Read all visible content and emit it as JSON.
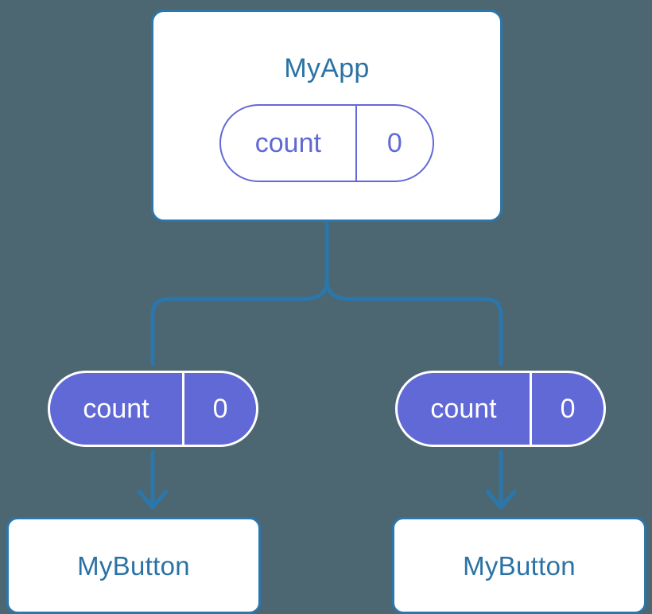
{
  "diagram": {
    "type": "component-state-tree",
    "background_color": "#4c6771",
    "accent_blue": "#2b76ab",
    "accent_purple": "#6169d6",
    "root": {
      "title": "MyApp",
      "state": {
        "key": "count",
        "value": "0"
      }
    },
    "children": [
      {
        "state": {
          "key": "count",
          "value": "0"
        },
        "title": "MyButton"
      },
      {
        "state": {
          "key": "count",
          "value": "0"
        },
        "title": "MyButton"
      }
    ],
    "connectors": [
      {
        "name": "root-to-split",
        "style": "solid-line"
      },
      {
        "name": "split-to-left-child",
        "style": "rounded-elbow"
      },
      {
        "name": "split-to-right-child",
        "style": "rounded-elbow"
      },
      {
        "name": "left-state-to-button",
        "style": "arrow-down"
      },
      {
        "name": "right-state-to-button",
        "style": "arrow-down"
      }
    ]
  }
}
